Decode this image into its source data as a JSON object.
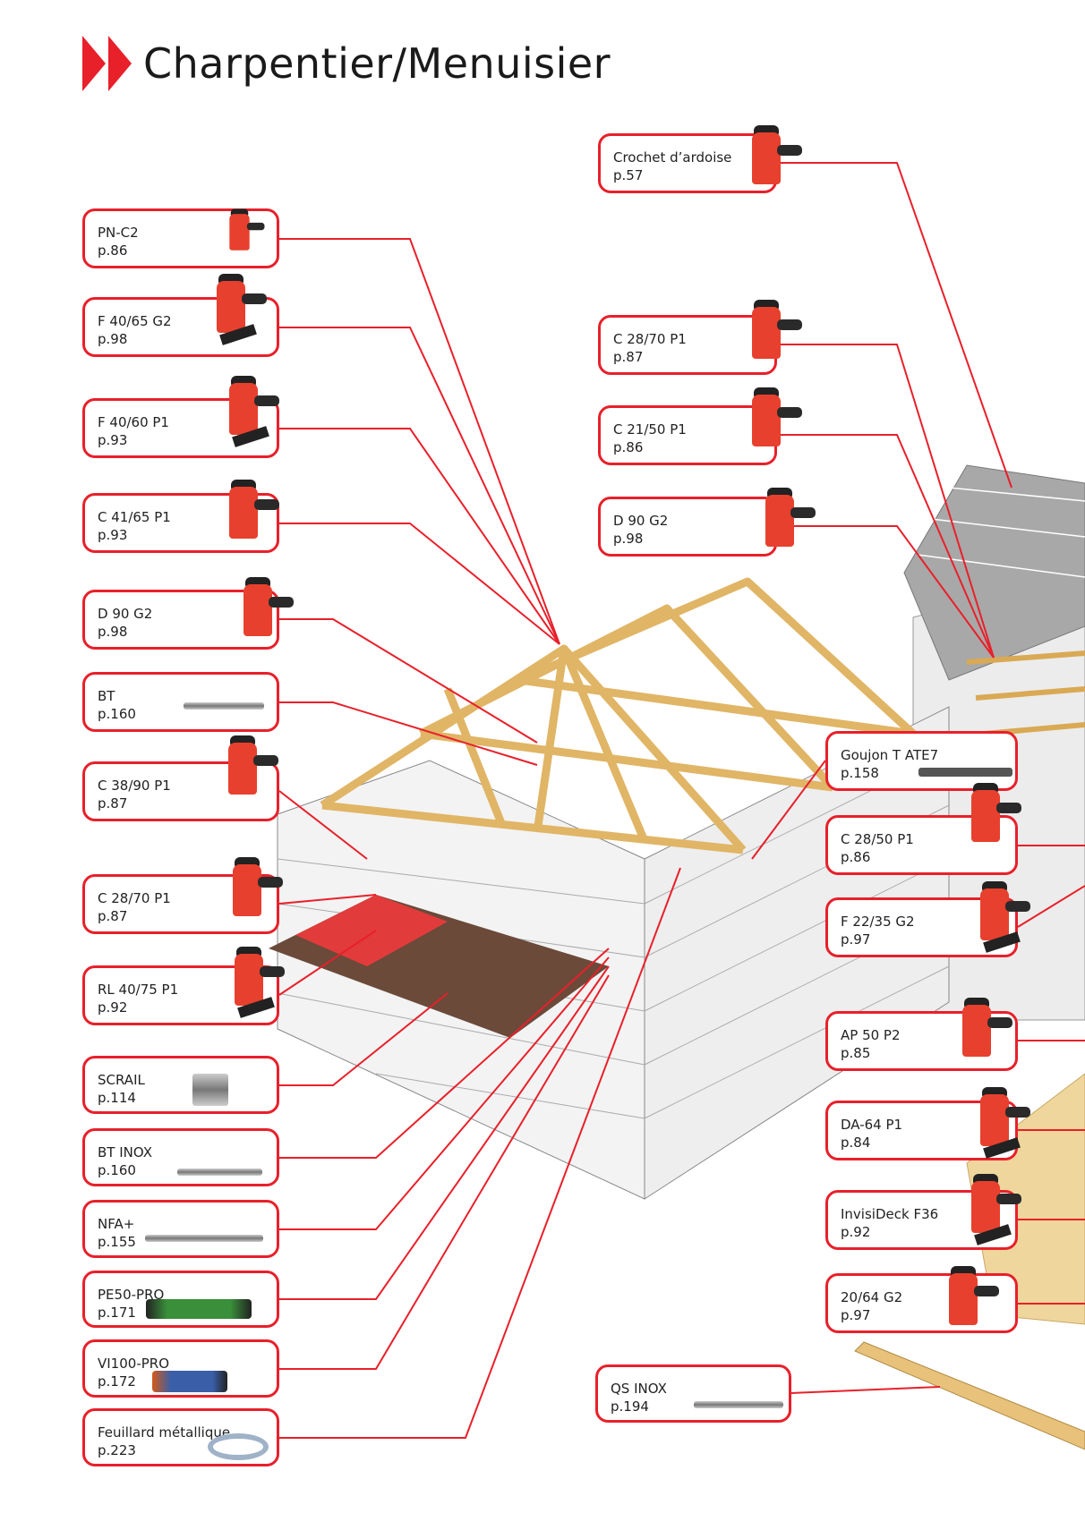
{
  "title": "Charpentier/Menuisier",
  "colors": {
    "accent": "#e8202a",
    "wood": "#e8c27a",
    "wall": "#f2f2f2",
    "roof": "#9a9a9a"
  },
  "left": [
    {
      "name": "PN-C2",
      "page": "p.86"
    },
    {
      "name": "F 40/65 G2",
      "page": "p.98"
    },
    {
      "name": "F 40/60 P1",
      "page": "p.93"
    },
    {
      "name": "C 41/65 P1",
      "page": "p.93"
    },
    {
      "name": "D 90 G2",
      "page": "p.98"
    },
    {
      "name": "BT",
      "page": "p.160"
    },
    {
      "name": "C 38/90 P1",
      "page": "p.87"
    },
    {
      "name": "C 28/70 P1",
      "page": "p.87"
    },
    {
      "name": "RL 40/75 P1",
      "page": "p.92"
    },
    {
      "name": "SCRAIL",
      "page": "p.114"
    },
    {
      "name": "BT INOX",
      "page": "p.160"
    },
    {
      "name": "NFA+",
      "page": "p.155"
    },
    {
      "name": "PE50-PRO",
      "page": "p.171"
    },
    {
      "name": "VI100-PRO",
      "page": "p.172"
    },
    {
      "name": "Feuillard métallique",
      "page": "p.223"
    }
  ],
  "middle": [
    {
      "name": "Crochet d’ardoise",
      "page": "p.57"
    },
    {
      "name": "C 28/70 P1",
      "page": "p.87"
    },
    {
      "name": "C 21/50 P1",
      "page": "p.86"
    },
    {
      "name": "D 90 G2",
      "page": "p.98"
    },
    {
      "name": "QS INOX",
      "page": "p.194"
    }
  ],
  "right": [
    {
      "name": "Goujon T ATE7",
      "page": "p.158"
    },
    {
      "name": "C 28/50 P1",
      "page": "p.86"
    },
    {
      "name": "F 22/35 G2",
      "page": "p.97"
    },
    {
      "name": "AP 50 P2",
      "page": "p.85"
    },
    {
      "name": "DA-64 P1",
      "page": "p.84"
    },
    {
      "name": "InvisiDeck F36",
      "page": "p.92"
    },
    {
      "name": "20/64 G2",
      "page": "p.97"
    }
  ]
}
